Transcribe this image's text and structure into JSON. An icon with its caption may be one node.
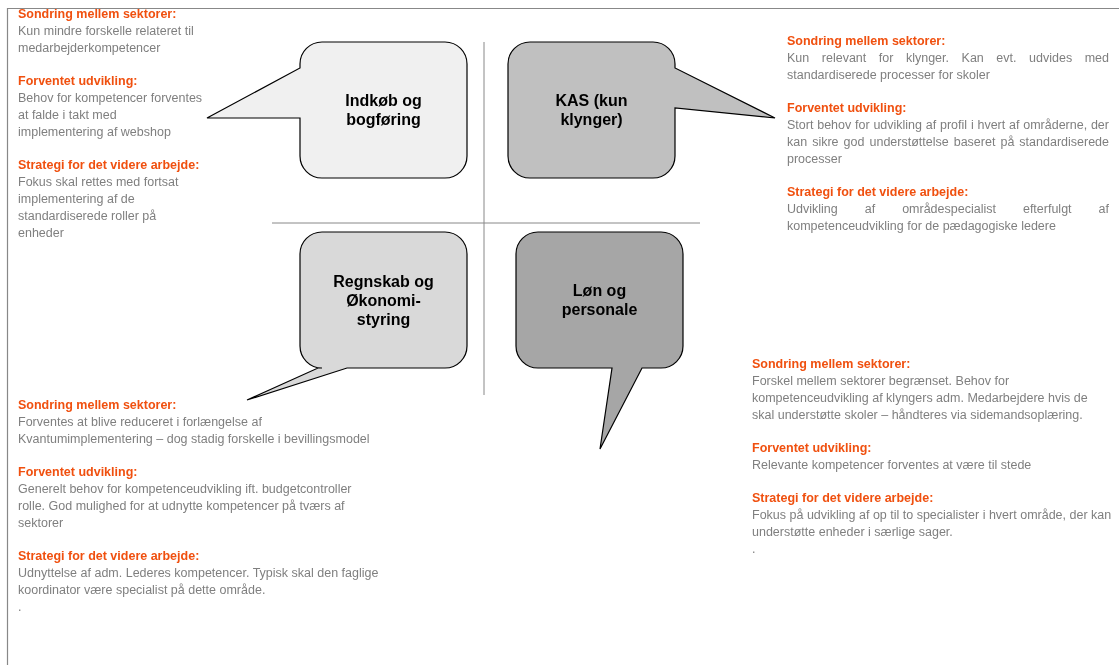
{
  "diagram": {
    "nodes": [
      {
        "text": [
          "Indkøb og bogføring"
        ]
      },
      {
        "text": [
          "KAS (kun klynger)"
        ]
      },
      {
        "text": [
          "Regnskab og Økonomi- styring"
        ]
      },
      {
        "text": [
          "Løn og personale"
        ]
      }
    ],
    "labels": [
      "Sondring mellem sektorer:",
      "Kun mindre forskelle relateret til medarbejderkompetencer",
      "Forventet udvikling:",
      "Behov for kompetencer forventes at falde i takt med implementering af webshop",
      "Strategi for det videre arbejde:",
      "Fokus skal rettes med fortsat implementering af de standardiserede roller på enheder",
      "Sondring mellem sektorer:",
      "Kun relevant for klynger. Kan evt. udvides med standardiserede processer for skoler",
      "Forventet udvikling:",
      "Stort behov for udvikling af profil i hvert af områderne, der kan sikre god understøttelse baseret på standardiserede processer",
      "Strategi for det videre arbejde:",
      "Udvikling af områdespecialist efterfulgt af kompetenceudvikling for de pædagogiske ledere",
      "Sondring mellem sektorer:",
      "Forventes at blive reduceret i forlængelse af Kvantumimplementering – dog stadig forskelle i bevillingsmodel",
      "Forventet udvikling:",
      "Generelt behov for kompetenceudvikling ift. budgetcontroller rolle. God mulighed for at udnytte kompetencer på tværs af sektorer",
      "Strategi for det videre arbejde:",
      "Udnyttelse af adm. Lederes kompetencer. Typisk skal den faglige koordinator være specialist på dette område.",
      ".",
      "Sondring mellem sektorer:",
      "Forskel mellem sektorer begrænset. Behov for kompetenceudvikling af klyngers adm. Medarbejdere hvis de skal understøtte skoler – håndteres via sidemandsoplæring.",
      "Forventet udvikling:",
      "Relevante kompetencer forventes at være til stede",
      "Strategi for det videre arbejde:",
      "Fokus på udvikling af op til to specialister i hvert område, der kan understøtte enheder i særlige sager.",
      "."
    ]
  }
}
